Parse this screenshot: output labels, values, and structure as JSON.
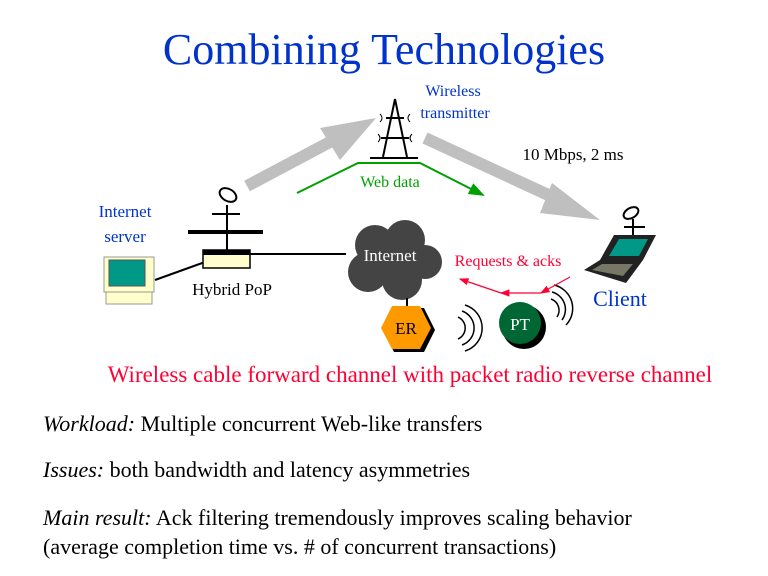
{
  "title": "Combining Technologies",
  "diagram": {
    "wireless_transmitter": [
      "Wireless",
      "transmitter"
    ],
    "link_speed": "10 Mbps, 2 ms",
    "web_data": "Web data",
    "internet_server": [
      "Internet",
      "server"
    ],
    "hybrid_pop": "Hybrid PoP",
    "internet": "Internet",
    "requests_acks": "Requests & acks",
    "client": "Client",
    "er": "ER",
    "pt": "PT"
  },
  "subtitle": "Wireless cable forward channel with packet radio reverse channel",
  "bullets": [
    {
      "label": "Workload:",
      "text": " Multiple concurrent Web-like transfers"
    },
    {
      "label": "Issues:",
      "text": " both bandwidth and latency asymmetries"
    },
    {
      "label": "Main result:",
      "text": " Ack filtering tremendously improves scaling behavior"
    }
  ],
  "continuation": "(average completion time vs. # of concurrent transactions)",
  "colors": {
    "title": "#0033cc",
    "green": "#00a000",
    "red": "#ff0033",
    "gray": "#bfbfbf"
  }
}
